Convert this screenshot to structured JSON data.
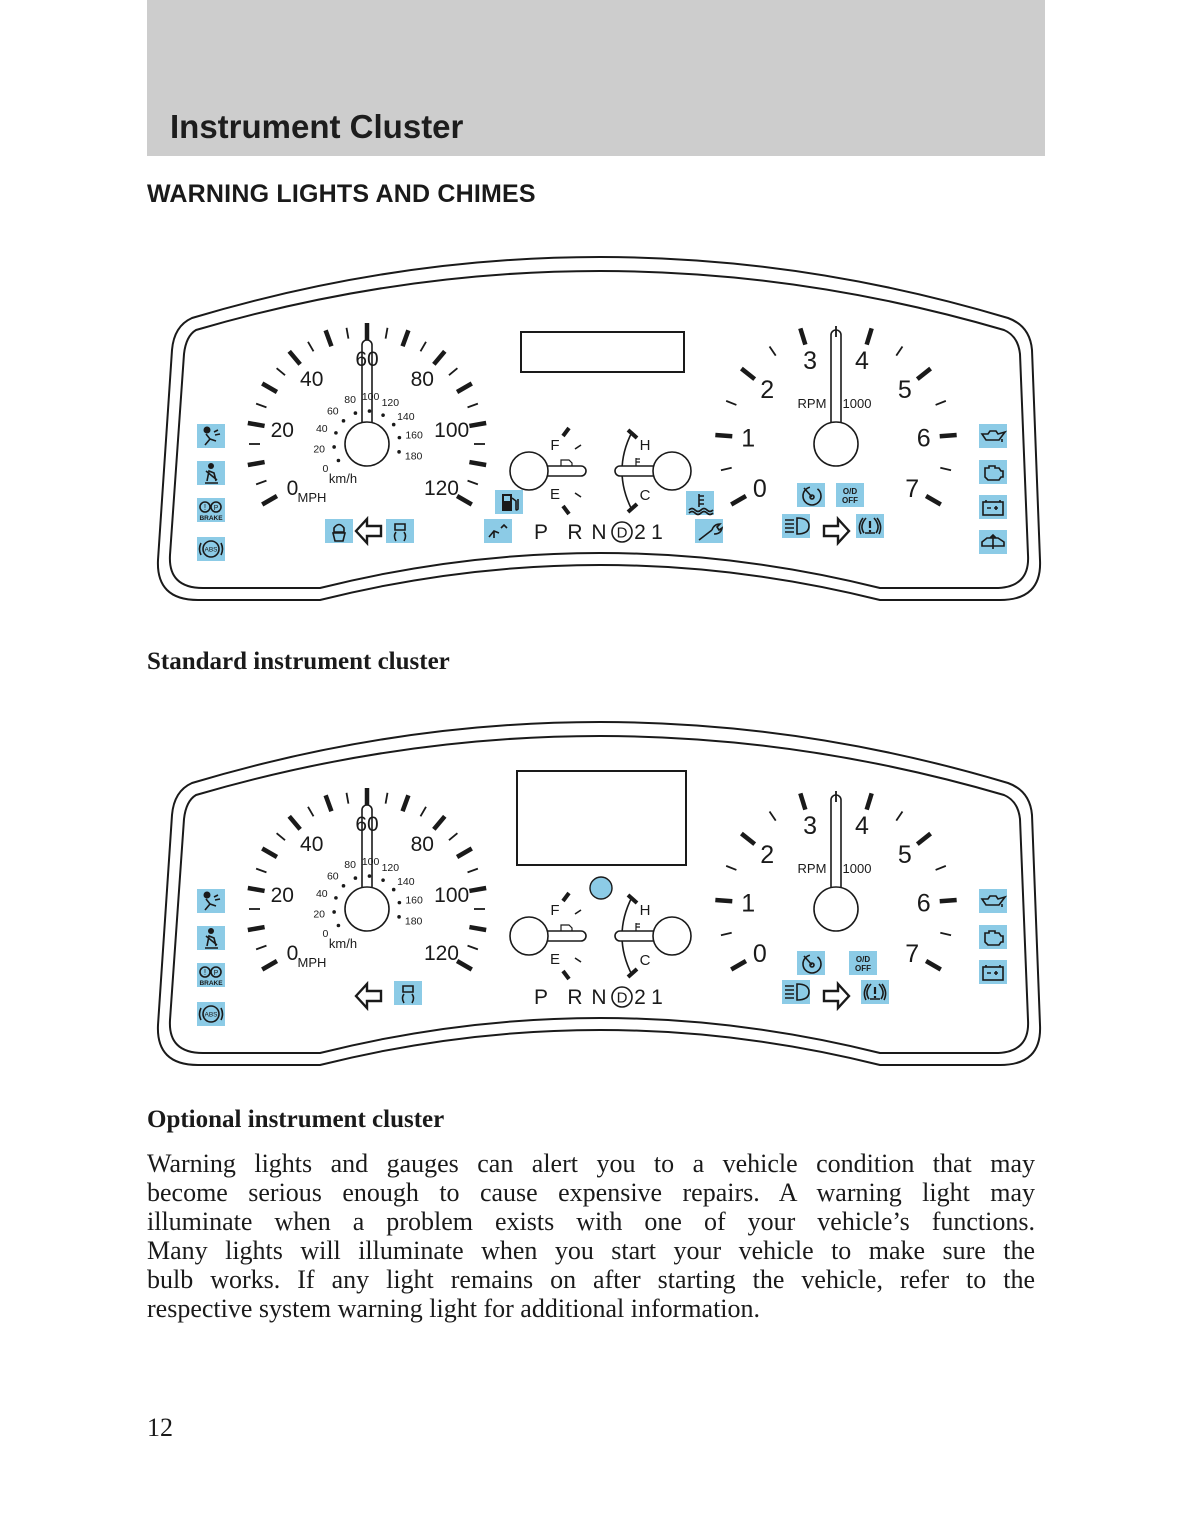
{
  "header": {
    "title": "Instrument Cluster"
  },
  "section_title": "WARNING LIGHTS AND CHIMES",
  "colors": {
    "indicator_fill": "#8ccbe6",
    "header_band": "#cdcdcd",
    "ink": "#1a1a1a"
  },
  "gauges": {
    "speedometer": {
      "mph_labels": [
        "0",
        "20",
        "40",
        "60",
        "80",
        "100",
        "120"
      ],
      "mph_unit": "MPH",
      "kmh_labels": [
        "0",
        "20",
        "40",
        "60",
        "80",
        "100",
        "120",
        "140",
        "160",
        "180"
      ],
      "kmh_unit": "km/h"
    },
    "tachometer": {
      "labels": [
        "0",
        "1",
        "2",
        "3",
        "4",
        "5",
        "6",
        "7"
      ],
      "unit": "RPM",
      "multiplier": "1000"
    },
    "fuel": {
      "full": "F",
      "empty": "E"
    },
    "temperature": {
      "hot": "H",
      "cold": "C"
    },
    "gear_selector": [
      "P",
      "R",
      "N",
      "D",
      "2",
      "1"
    ]
  },
  "indicator_text": {
    "brake": "BRAKE",
    "abs": "ABS",
    "od_top": "O/D",
    "od_bottom": "OFF"
  },
  "clusters": [
    {
      "caption": "Standard instrument cluster",
      "indicators": [
        "airbag",
        "seatbelt",
        "brake",
        "abs",
        "oil-pressure",
        "check-engine",
        "battery",
        "hood-lift",
        "driver-seat",
        "turn-left",
        "traction-control",
        "low-fuel",
        "washer-fluid",
        "coolant-temp",
        "service-wrench",
        "cruise-control",
        "od-off",
        "high-beam",
        "turn-right",
        "tire-pressure"
      ]
    },
    {
      "caption": "Optional instrument cluster",
      "indicators": [
        "airbag",
        "seatbelt",
        "brake",
        "abs",
        "oil-pressure",
        "check-engine",
        "battery",
        "turn-left",
        "traction-control",
        "cruise-control",
        "od-off",
        "high-beam",
        "turn-right",
        "tire-pressure"
      ]
    }
  ],
  "body_lines": [
    "Warning lights and gauges can alert you to a vehicle condition that may",
    "become serious enough to cause expensive repairs. A warning light may",
    "illuminate when a problem exists with one of your vehicle’s functions.",
    "Many lights will illuminate when you start your vehicle to make sure the",
    "bulb works. If any light remains on after starting the vehicle, refer to the",
    "respective system warning light for additional information."
  ],
  "page_number": "12"
}
